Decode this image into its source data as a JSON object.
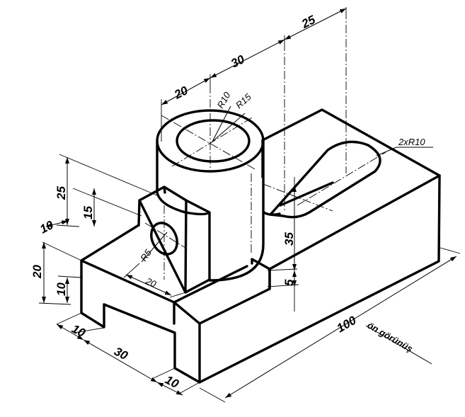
{
  "dimensions": {
    "d25_top": "25",
    "d30_top": "30",
    "d20_top": "20",
    "r10": "R10",
    "r15": "R15",
    "slot_r": "2xR10",
    "d25_left": "25",
    "d15_left": "15",
    "d10_left": "10",
    "d20_left": "20",
    "d10_low": "10",
    "r5": "R5",
    "d20_boss": "20",
    "d35": "35",
    "d5": "5",
    "d100": "100",
    "d10_front": "10",
    "d30_front": "30",
    "d10_front2": "10"
  },
  "view_label": "ön görünüş",
  "colors": {
    "line": "#000000",
    "background": "#ffffff"
  }
}
